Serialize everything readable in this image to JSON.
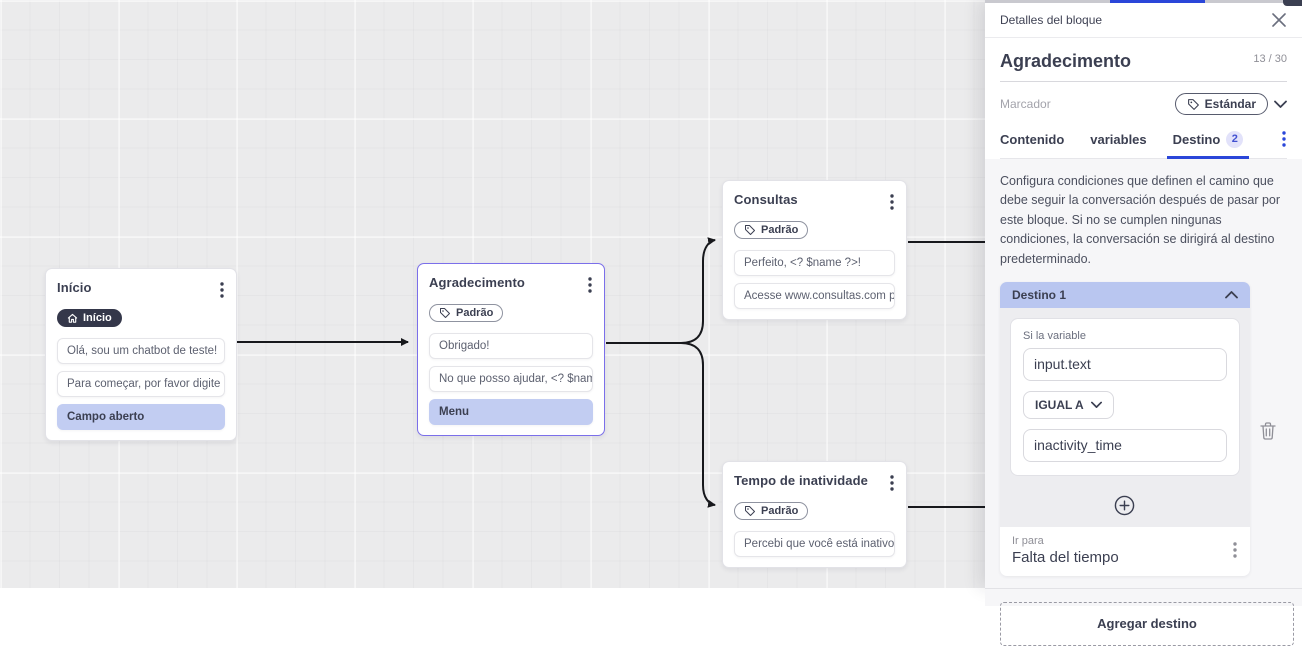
{
  "canvas": {
    "nodes": [
      {
        "title": "Início",
        "badge": "Início",
        "messages": [
          {
            "text": "Olá, sou um chatbot de teste!"
          },
          {
            "text": "Para começar, por favor digite o ..."
          },
          {
            "text": "Campo aberto"
          }
        ]
      },
      {
        "title": "Agradecimento",
        "badge": "Padrão",
        "messages": [
          {
            "text": "Obrigado!"
          },
          {
            "text": "No que posso ajudar, <? $name ..."
          },
          {
            "text": "Menu"
          }
        ]
      },
      {
        "title": "Consultas",
        "badge": "Padrão",
        "messages": [
          {
            "text": "Perfeito, <? $name ?>!"
          },
          {
            "text": "Acesse www.consultas.com par..."
          }
        ]
      },
      {
        "title": "Tempo de inatividade",
        "badge": "Padrão",
        "messages": [
          {
            "text": "Percebi que você está inativo. C..."
          }
        ]
      }
    ]
  },
  "panel": {
    "header": {
      "title": "Detalles del bloque"
    },
    "block": {
      "name": "Agradecimento",
      "char_count": "13 / 30",
      "marker_label": "Marcador",
      "marker_value": "Estándar"
    },
    "tabs": [
      {
        "label": "Contenido"
      },
      {
        "label": "variables"
      },
      {
        "label": "Destino",
        "badge": "2"
      }
    ],
    "description": "Configura condiciones que definen el camino que debe seguir la conversación después de pasar por este bloque. Si no se cumplen ningunas condiciones, la conversación se dirigirá al destino predeterminado.",
    "destination": {
      "title": "Destino 1",
      "condition_label": "Si la variable",
      "variable_value": "input.text",
      "operator": "IGUAL A",
      "compare_value": "inactivity_time",
      "goto_label": "Ir para",
      "goto_value": "Falta del tiempo"
    },
    "add_button_label": "Agregar destino"
  },
  "colors": {
    "accent_blue": "#2a46d9",
    "selected_node_border": "#7b6fea",
    "highlight_row": "#c2cdf2",
    "destination_header": "#b9c6f0",
    "dark_badge": "#34374a",
    "canvas_background": "#ebebec"
  }
}
